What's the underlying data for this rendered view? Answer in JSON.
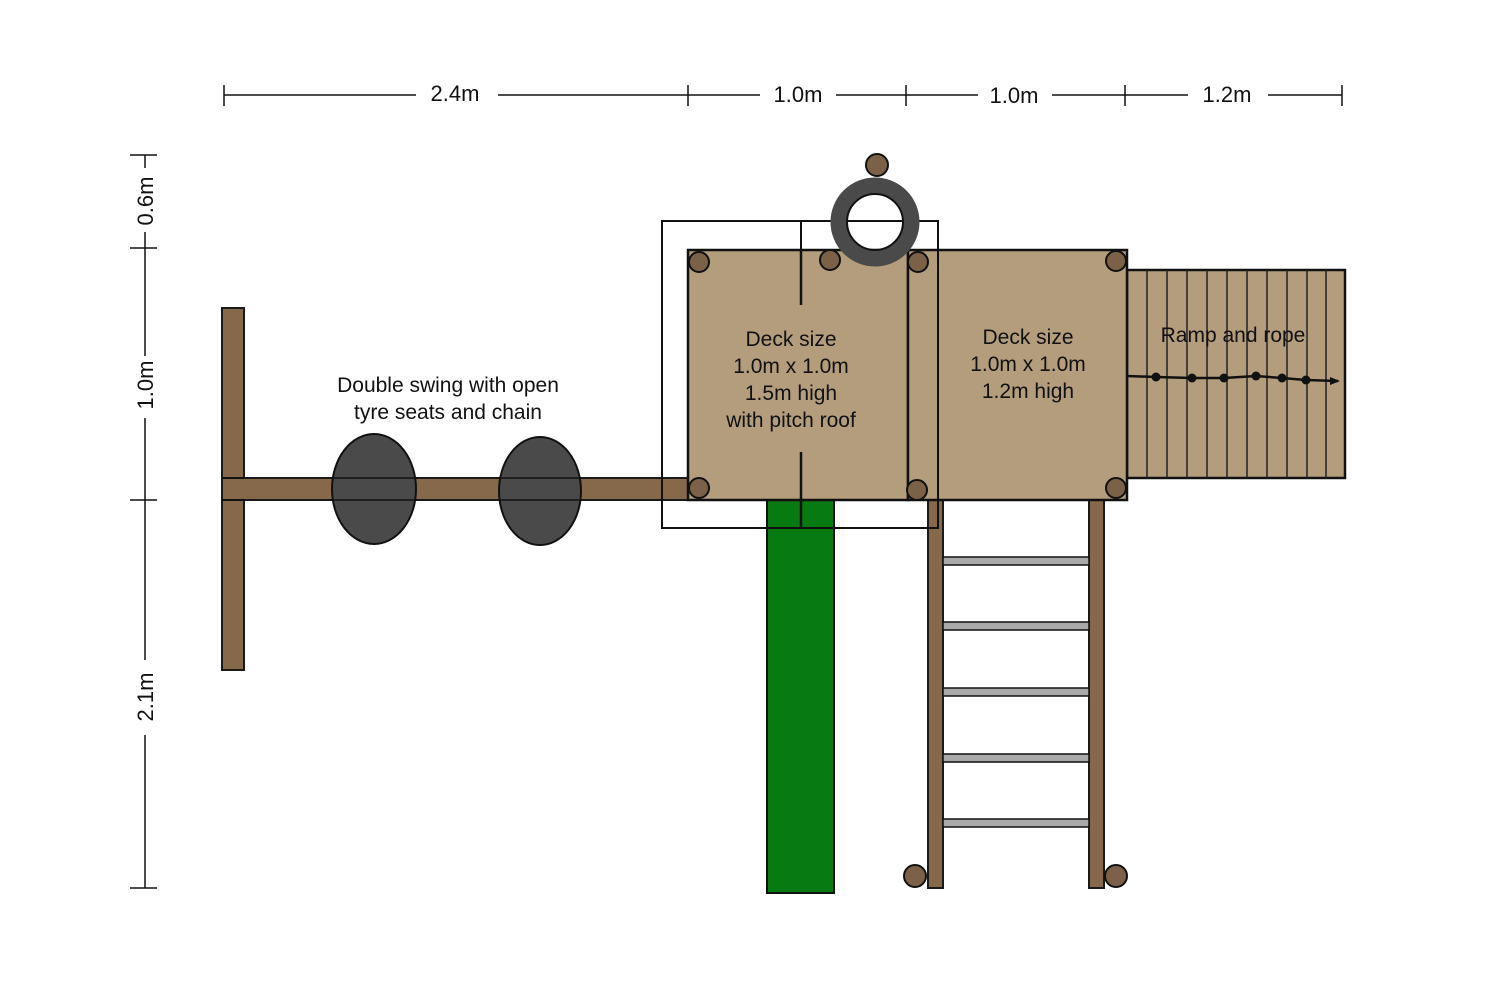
{
  "dimensions": {
    "horizontal": [
      "2.4m",
      "1.0m",
      "1.0m",
      "1.2m"
    ],
    "vertical": [
      "0.6m",
      "1.0m",
      "2.1m"
    ]
  },
  "labels": {
    "swing": [
      "Double swing with open",
      "tyre seats and chain"
    ],
    "deck1": [
      "Deck size",
      "1.0m x 1.0m",
      "1.5m high",
      "with pitch roof"
    ],
    "deck2": [
      "Deck size",
      "1.0m x 1.0m",
      "1.2m high"
    ],
    "ramp": "Ramp and rope"
  },
  "colors": {
    "wood": "#86694a",
    "deck": "#b49d7d",
    "slide": "#087a12",
    "tyre": "#4a4a4a"
  }
}
